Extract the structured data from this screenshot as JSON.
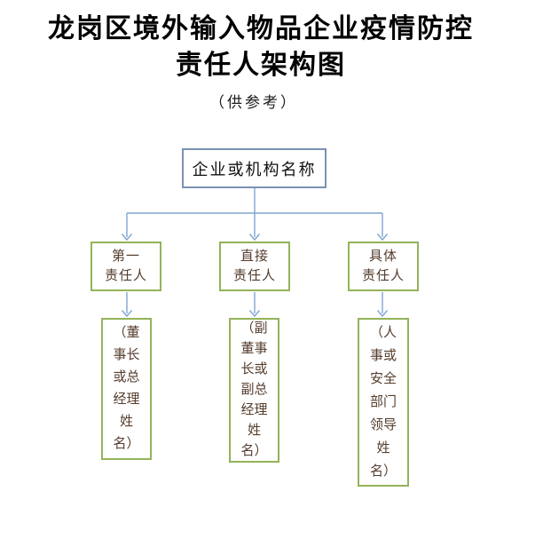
{
  "page": {
    "title_line1": "龙岗区境外输入物品企业疫情防控",
    "title_line2": "责任人架构图",
    "subtitle": "（供参考）"
  },
  "org_chart": {
    "root": {
      "label": "企业或机构名称"
    },
    "roles": [
      {
        "label": "第一\n责任人"
      },
      {
        "label": "直接\n责任人"
      },
      {
        "label": "具体\n责任人"
      }
    ],
    "holders": [
      {
        "label": "（董\n事长\n或总\n经理\n姓\n名）"
      },
      {
        "label": "（副\n董事\n长或\n副总\n经理\n姓\n名）"
      },
      {
        "label": "（人\n事或\n安全\n部门\n领导\n姓\n名）"
      }
    ]
  },
  "colors": {
    "root_box_border": "#7a92b4",
    "role_box_border": "#94b359",
    "connector_line": "#7fa5d1",
    "role_text": "#553d2d",
    "title_text": "#000000"
  }
}
